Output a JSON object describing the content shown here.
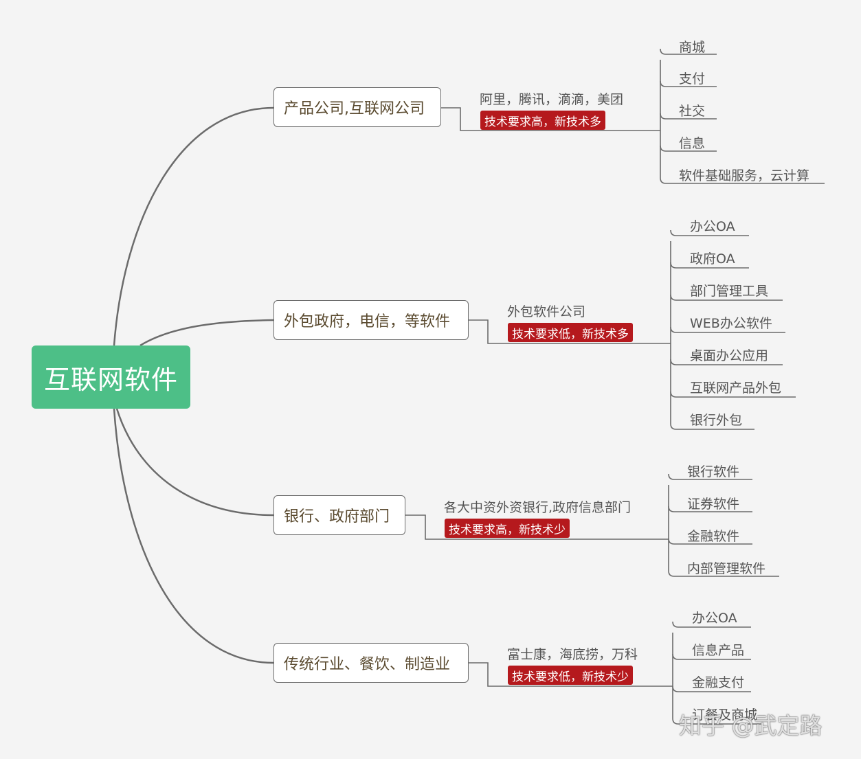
{
  "root": {
    "label": "互联网软件"
  },
  "branches": [
    {
      "category": "产品公司,互联网公司",
      "note": "阿里，腾讯，滴滴，美团",
      "tag": "技术要求高，新技术多",
      "leaves": [
        "商城",
        "支付",
        "社交",
        "信息",
        "软件基础服务，云计算"
      ]
    },
    {
      "category": "外包政府，电信，等软件",
      "note": "外包软件公司",
      "tag": "技术要求低，新技术多",
      "leaves": [
        "办公OA",
        "政府OA",
        "部门管理工具",
        "WEB办公软件",
        "桌面办公应用",
        "互联网产品外包",
        "银行外包"
      ]
    },
    {
      "category": "银行、政府部门",
      "note": "各大中资外资银行,政府信息部门",
      "tag": "技术要求高，新技术少",
      "leaves": [
        "银行软件",
        "证券软件",
        "金融软件",
        "内部管理软件"
      ]
    },
    {
      "category": "传统行业、餐饮、制造业",
      "note": "富士康，海底捞，万科",
      "tag": "技术要求低，新技术少",
      "leaves": [
        "办公OA",
        "信息产品",
        "金融支付",
        "订餐及商城"
      ]
    }
  ],
  "watermark": "知乎 @武定路",
  "colors": {
    "root": "#4dbf87",
    "tag": "#b5191d",
    "line": "#6b6b6b",
    "background": "#f4f4f4"
  }
}
